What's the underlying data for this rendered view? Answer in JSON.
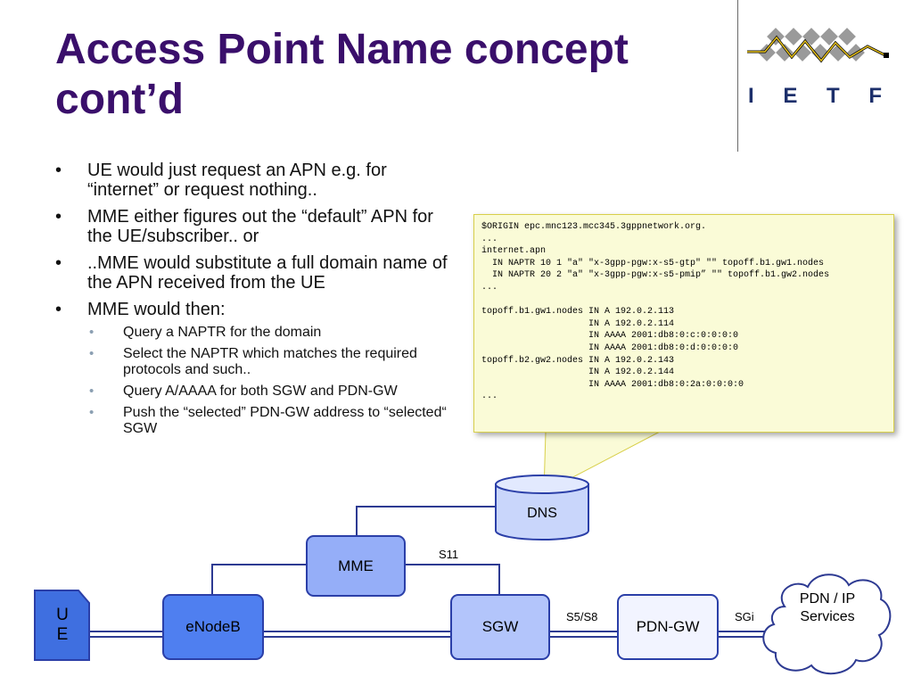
{
  "slide": {
    "title_line1": "Access Point Name concept",
    "title_line2": "cont’d"
  },
  "logo": {
    "text": "I E T F"
  },
  "bullets": [
    {
      "text": "UE would just request an APN e.g. for “internet” or request nothing.."
    },
    {
      "text": "MME either figures out the “default” APN for the UE/subscriber.. or"
    },
    {
      "text": "..MME would substitute a full domain name of the APN received from the UE"
    },
    {
      "text": "MME would then:",
      "sub": [
        "Query a NAPTR for the domain",
        "Select the NAPTR which matches the required protocols and such..",
        "Query A/AAAA for both SGW and PDN-GW",
        "Push the “selected” PDN-GW address to “selected“ SGW"
      ]
    }
  ],
  "dns_zone": [
    "$ORIGIN epc.mnc123.mcc345.3gppnetwork.org.",
    "...",
    "internet.apn",
    "  IN NAPTR 10 1 \"a\" \"x-3gpp-pgw:x-s5-gtp\" \"\" topoff.b1.gw1.nodes",
    "  IN NAPTR 20 2 \"a\" \"x-3gpp-pgw:x-s5-pmip” \"\" topoff.b1.gw2.nodes",
    "...",
    "",
    "topoff.b1.gw1.nodes IN A 192.0.2.113",
    "                    IN A 192.0.2.114",
    "                    IN AAAA 2001:db8:0:c:0:0:0:0",
    "                    IN AAAA 2001:db8:0:d:0:0:0:0",
    "topoff.b2.gw2.nodes IN A 192.0.2.143",
    "                    IN A 192.0.2.144",
    "                    IN AAAA 2001:db8:0:2a:0:0:0:0",
    "..."
  ],
  "diagram": {
    "nodes": {
      "dns": "DNS",
      "mme": "MME",
      "ue": "U\nE",
      "enodeb": "eNodeB",
      "sgw": "SGW",
      "pdngw": "PDN-GW",
      "pdn": "PDN / IP\nServices"
    },
    "interfaces": {
      "s11": "S11",
      "s5s8": "S5/S8",
      "sgi": "SGi"
    },
    "colors": {
      "ue_fill": "#3f6fe0",
      "enodeb_fill": "#4f7ff0",
      "mme_fill": "#95aef8",
      "sgw_fill": "#b3c5fb",
      "pdngw_fill": "#f2f4ff",
      "node_border": "#2b3fa8",
      "link": "#2d3a92",
      "title": "#3a0f6b",
      "callout_fill": "#fafbd7",
      "callout_border": "#d8cf4a"
    }
  }
}
